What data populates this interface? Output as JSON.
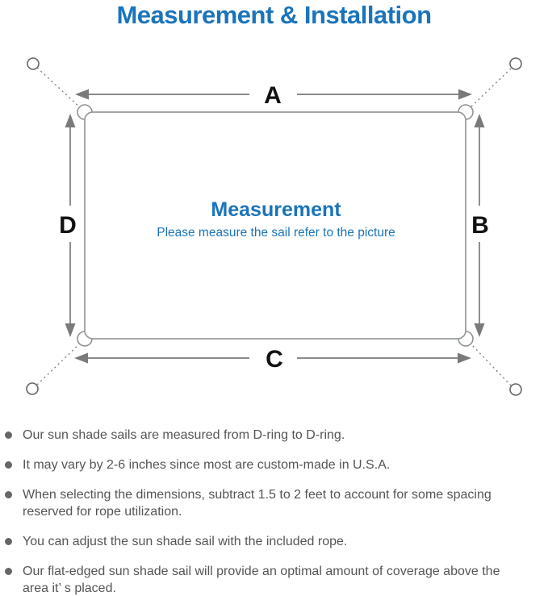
{
  "title": "Measurement & Installation",
  "diagram": {
    "labels": {
      "top": "A",
      "right": "B",
      "bottom": "C",
      "left": "D"
    },
    "center_title": "Measurement",
    "center_subtitle": "Please measure the sail refer to the picture"
  },
  "notes": [
    "Our sun shade sails are measured from D-ring to D-ring.",
    "It may vary by 2-6 inches since most are custom-made in U.S.A.",
    "When selecting the dimensions, subtract 1.5 to 2 feet to account for some spacing reserved for rope utilization.",
    "You can adjust the sun shade sail with the included rope.",
    "Our flat-edged sun shade sail will provide an optimal amount of coverage above the area it’ s placed."
  ],
  "colors": {
    "accent_blue": "#1b74ba",
    "line_gray": "#7a7a7a",
    "text_gray": "#555555"
  }
}
